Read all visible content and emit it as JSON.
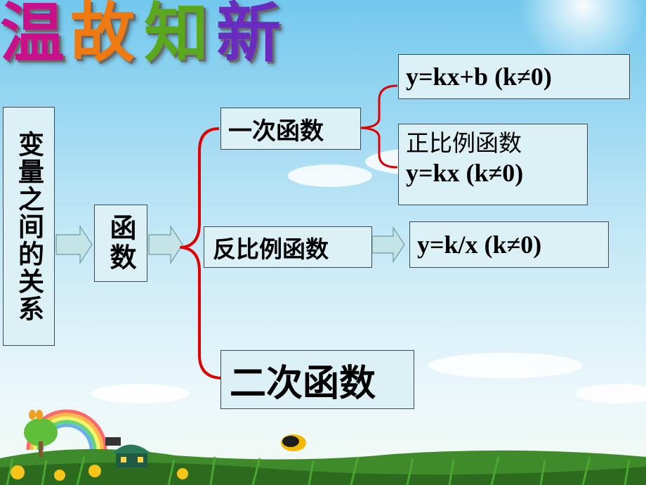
{
  "title": [
    "温",
    "故",
    "知",
    "新"
  ],
  "colors": {
    "title": [
      "#c9108a",
      "#ef7a12",
      "#5aa81e",
      "#6a2cbf"
    ],
    "box_fill": "#dcf1f6",
    "bracket": "#e00000",
    "arrow": "#c4e4e8"
  },
  "boxes": {
    "relation": "变量之间的关系",
    "function": "函数",
    "linear": "一次函数",
    "inverse": "反比例函数",
    "quadratic": "二次函数",
    "linear_formula": "y=kx+b  (k≠0)",
    "proportional_title": "正比例函数",
    "proportional_formula": "y=kx  (k≠0)",
    "inverse_formula": "y=k/x  (k≠0)"
  }
}
